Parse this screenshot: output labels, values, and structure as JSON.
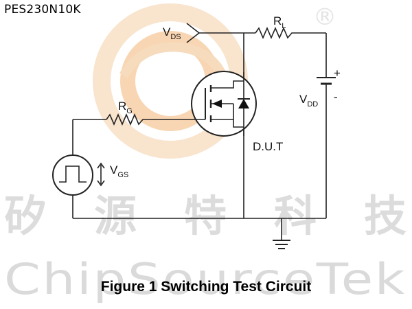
{
  "header": {
    "part_number": "PES230N10K"
  },
  "watermark": {
    "chinese": "矽源特科技",
    "english": "ChipSourceTek",
    "registered_mark": "®",
    "logo_colors": [
      "#f6c99a",
      "#f3d8b8"
    ]
  },
  "circuit": {
    "labels": {
      "vds": "V",
      "vds_sub": "DS",
      "rl": "R",
      "rl_sub": "L",
      "vdd": "V",
      "vdd_sub": "DD",
      "plus": "+",
      "minus": "-",
      "rg": "R",
      "rg_sub": "G",
      "vgs": "V",
      "vgs_sub": "GS",
      "dut": "D.U.T"
    }
  },
  "caption": "Figure 1 Switching Test Circuit"
}
